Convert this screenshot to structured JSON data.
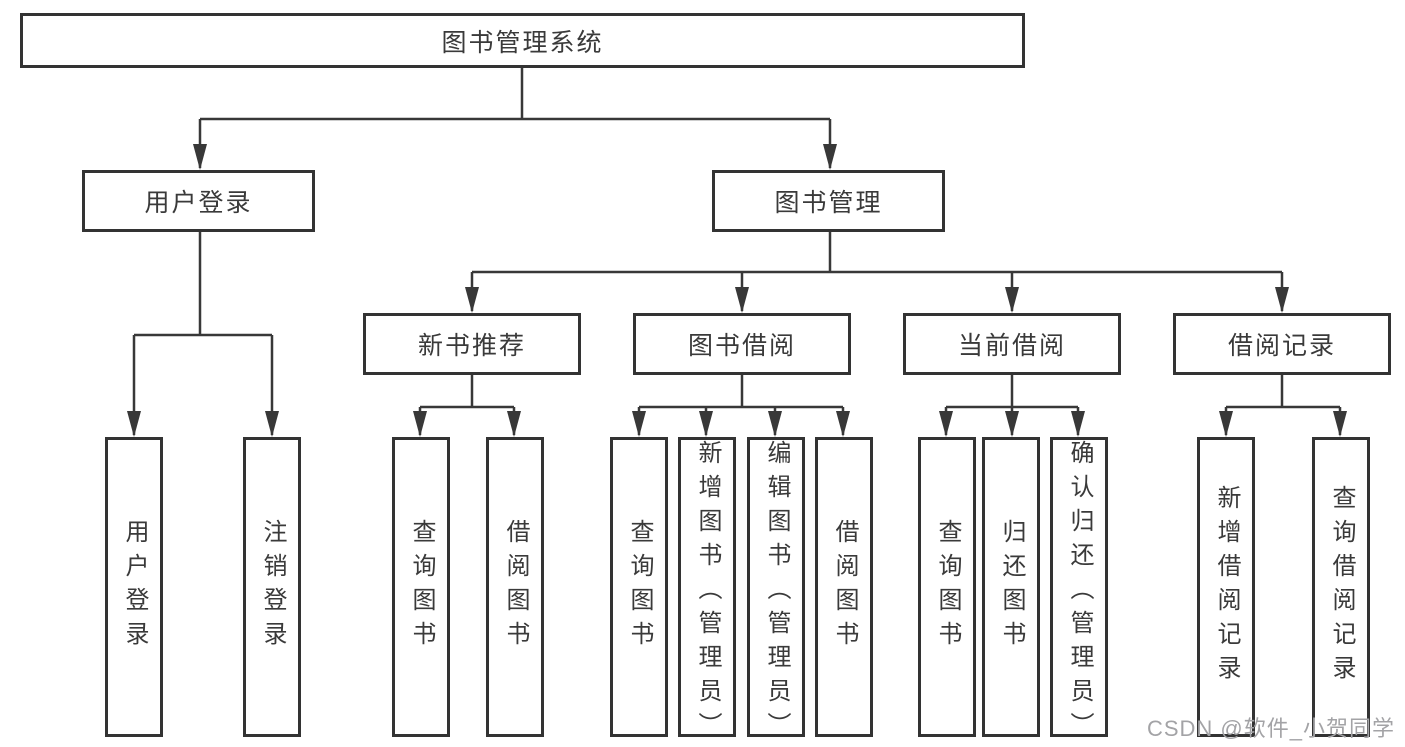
{
  "tree": {
    "root": {
      "label": "图书管理系统"
    },
    "level2": [
      {
        "label": "用户登录",
        "children": [
          {
            "label": "用户登录"
          },
          {
            "label": "注销登录"
          }
        ]
      },
      {
        "label": "图书管理",
        "children": [
          {
            "label": "新书推荐",
            "children": [
              {
                "label": "查询图书"
              },
              {
                "label": "借阅图书"
              }
            ]
          },
          {
            "label": "图书借阅",
            "children": [
              {
                "label": "查询图书"
              },
              {
                "label": "新增图书（管理员）"
              },
              {
                "label": "编辑图书（管理员）"
              },
              {
                "label": "借阅图书"
              }
            ]
          },
          {
            "label": "当前借阅",
            "children": [
              {
                "label": "查询图书"
              },
              {
                "label": "归还图书"
              },
              {
                "label": "确认归还（管理员）"
              }
            ]
          },
          {
            "label": "借阅记录",
            "children": [
              {
                "label": "新增借阅记录"
              },
              {
                "label": "查询借阅记录"
              }
            ]
          }
        ]
      }
    ]
  },
  "watermark": {
    "text": "CSDN @软件_小贺同学"
  },
  "colors": {
    "line": "#383838",
    "box_border": "#333333",
    "text": "#3a3a3a",
    "background": "#ffffff",
    "watermark": "#a3a3a6"
  }
}
